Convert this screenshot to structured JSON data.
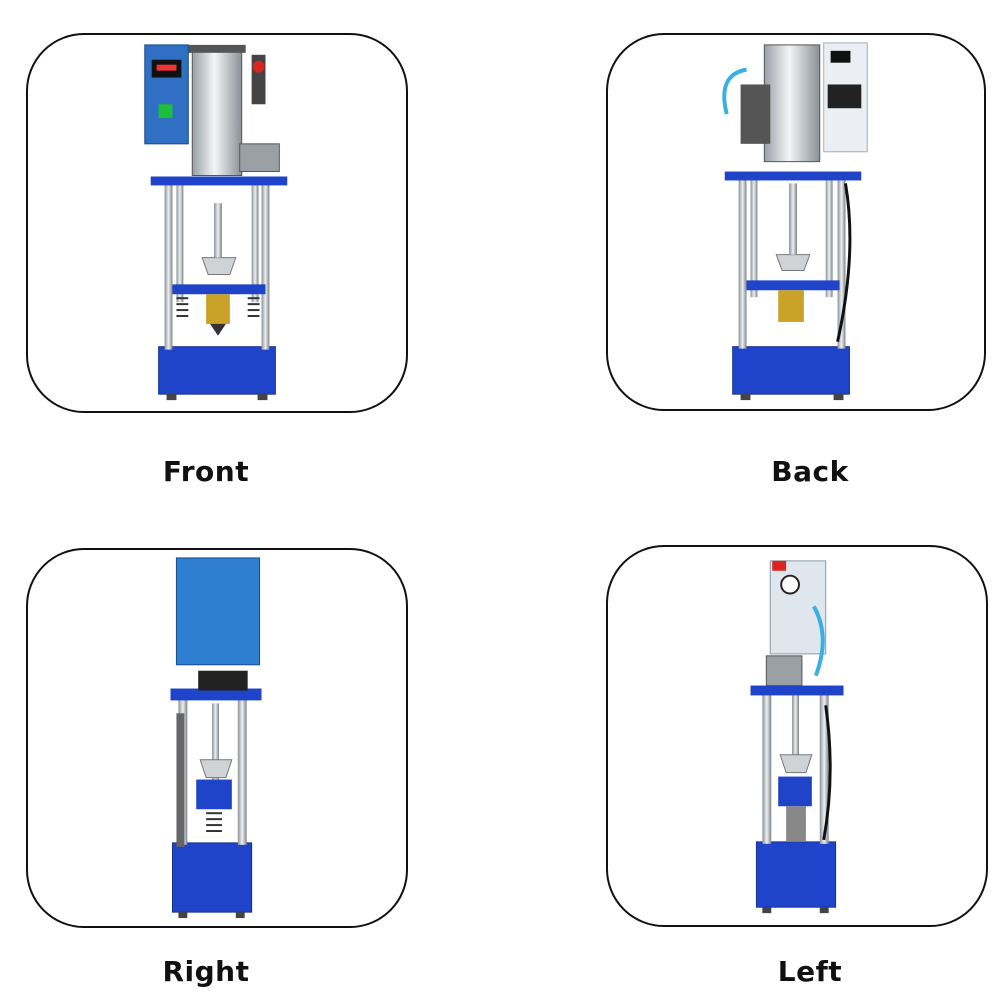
{
  "views": [
    {
      "key": "front",
      "label": "Front"
    },
    {
      "key": "back",
      "label": "Back"
    },
    {
      "key": "right",
      "label": "Right"
    },
    {
      "key": "left",
      "label": "Left"
    }
  ],
  "colors": {
    "machine_blue": "#1f44c9",
    "panel_blue": "#2f6fc4",
    "steel": "#c9cdd2",
    "brass": "#c9a227",
    "outline": "#111111"
  }
}
